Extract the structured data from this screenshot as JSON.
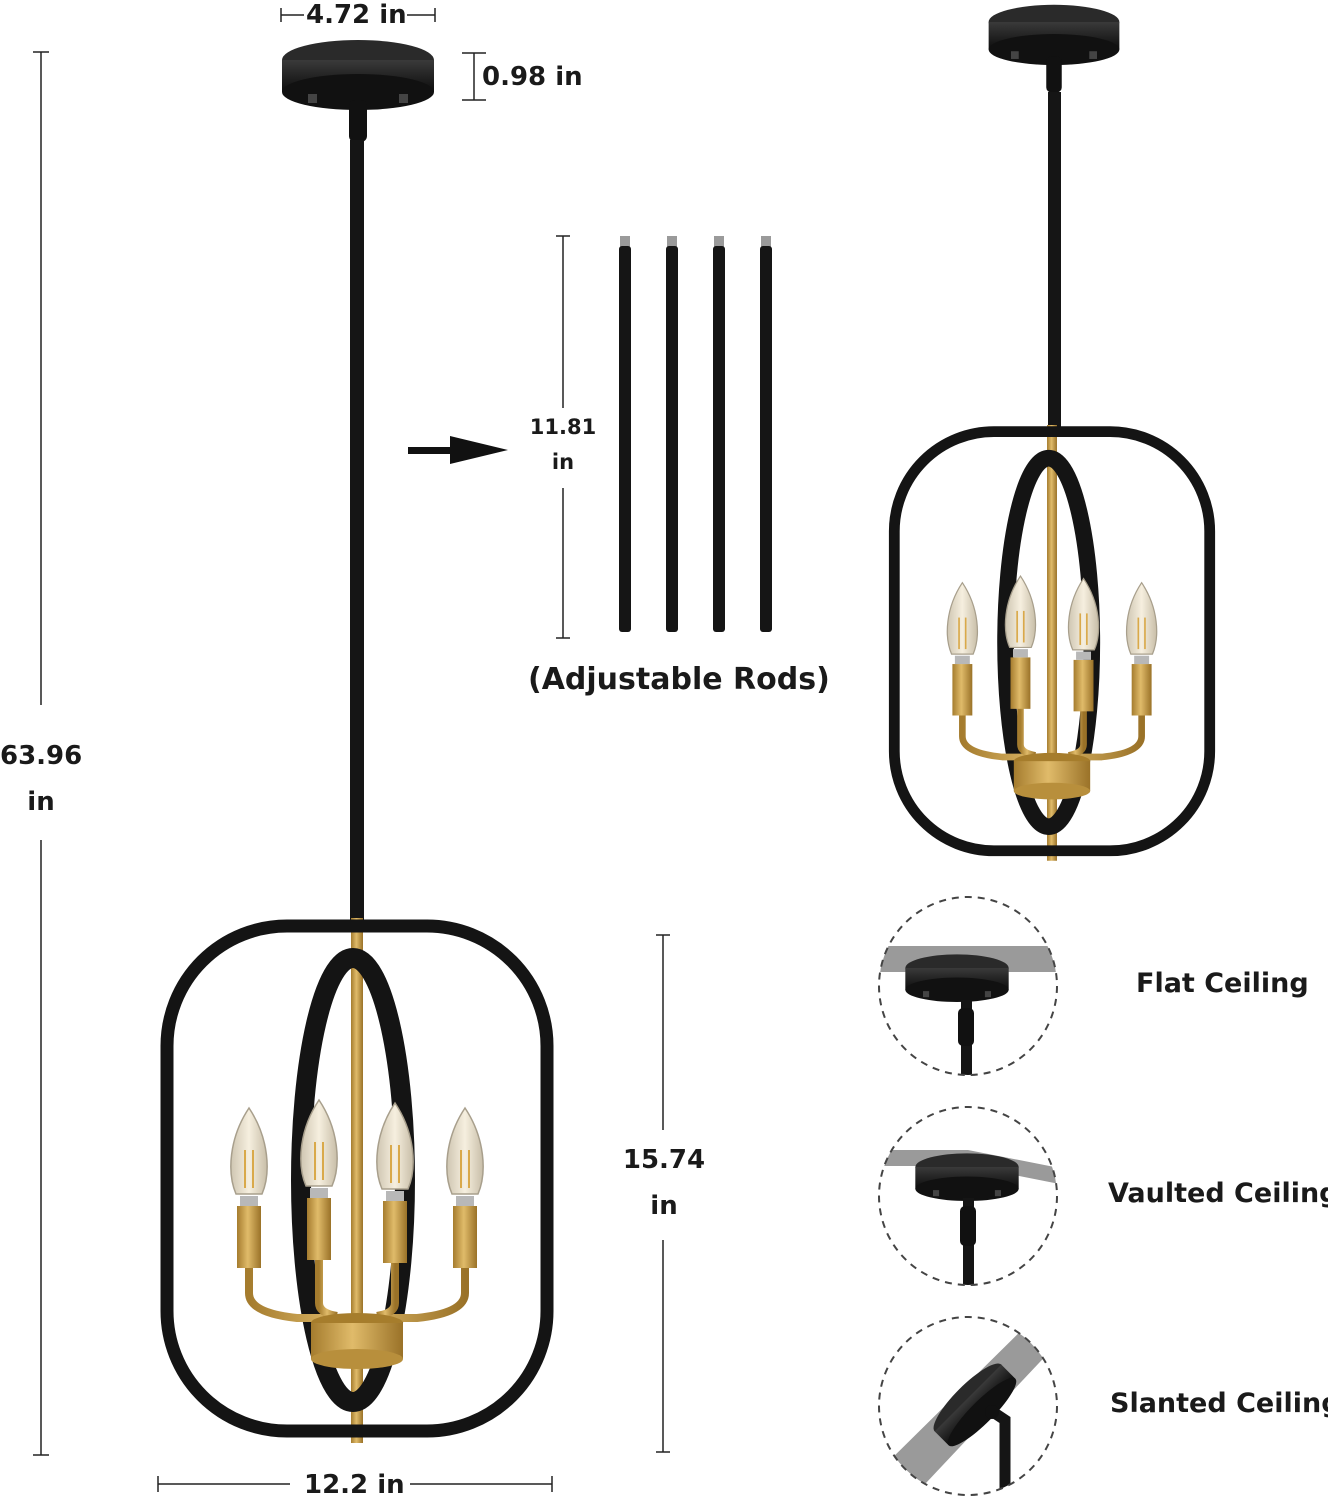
{
  "dimensions": {
    "canopy_width": "4.72 in",
    "canopy_height": "0.98 in",
    "total_height_value": "63.96",
    "total_height_unit": "in",
    "rod_length_value": "11.81",
    "rod_length_unit": "in",
    "fixture_height_value": "15.74",
    "fixture_height_unit": "in",
    "fixture_width": "12.2 in"
  },
  "rods_caption": "(Adjustable Rods)",
  "mounting_options": [
    {
      "label": "Flat Ceiling"
    },
    {
      "label": "Vaulted Ceiling"
    },
    {
      "label": "Slanted Ceiling"
    }
  ],
  "colors": {
    "frame": "#141414",
    "gold": "#c9a24e",
    "bulb": "#e8dcc4",
    "dimension_line": "#222222",
    "ceiling_plane": "#9a9a9a"
  }
}
